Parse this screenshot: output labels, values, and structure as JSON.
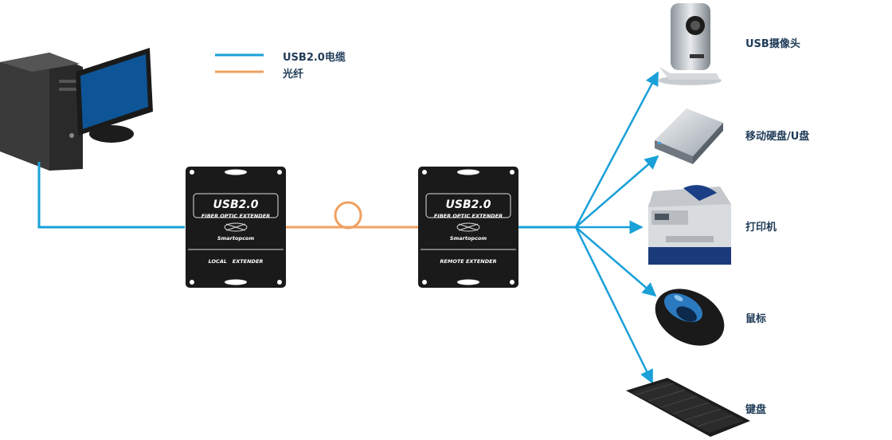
{
  "legend": {
    "usb_cable": "USB2.0电缆",
    "fiber": "光纤"
  },
  "colors": {
    "usb_line": "#1aa0d8",
    "fiber_line": "#f0a060",
    "device_body": "#1a1a1a",
    "label_text": "#1f3b57"
  },
  "local_extender": {
    "model": "USB2.0",
    "subtitle": "FIBER OPTIC EXTENDER",
    "brand": "Smartopcom",
    "footer": "LOCAL   EXTENDER"
  },
  "remote_extender": {
    "model": "USB2.0",
    "subtitle": "FIBER OPTIC EXTENDER",
    "brand": "Smartopcom",
    "footer": "REMOTE EXTENDER"
  },
  "devices": [
    {
      "id": "webcam",
      "label": "USB摄像头",
      "icon": "webcam-icon"
    },
    {
      "id": "hdd",
      "label": "移动硬盘/U盘",
      "icon": "external-drive-icon"
    },
    {
      "id": "printer",
      "label": "打印机",
      "icon": "printer-icon"
    },
    {
      "id": "mouse",
      "label": "鼠标",
      "icon": "mouse-icon"
    },
    {
      "id": "keyboard",
      "label": "键盘",
      "icon": "keyboard-icon"
    }
  ]
}
